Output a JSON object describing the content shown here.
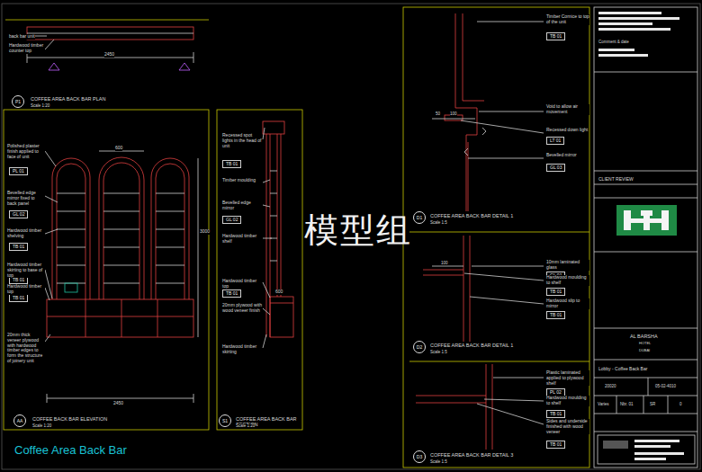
{
  "diagram": {
    "title": "Coffee Area Back Bar",
    "nodes": [
      {
        "text": [
          "P1"
        ]
      },
      {
        "text": [
          "AA"
        ]
      },
      {
        "text": [
          "S1"
        ]
      },
      {
        "text": [
          "D1"
        ]
      },
      {
        "text": [
          "D2"
        ]
      },
      {
        "text": [
          "D3"
        ]
      },
      {
        "text": [
          "TB 01"
        ]
      },
      {
        "text": [
          "LT 01"
        ]
      },
      {
        "text": [
          "GL 03"
        ]
      },
      {
        "text": [
          "GL 01"
        ]
      },
      {
        "text": [
          "TB 01"
        ]
      },
      {
        "text": [
          "TB 01"
        ]
      },
      {
        "text": [
          "PL 02"
        ]
      },
      {
        "text": [
          "TB 01"
        ]
      },
      {
        "text": [
          "TB 01"
        ]
      },
      {
        "text": [
          "PL 01"
        ]
      },
      {
        "text": [
          "GL 02"
        ]
      },
      {
        "text": [
          "TB 01"
        ]
      },
      {
        "text": [
          "TB 01"
        ]
      },
      {
        "text": [
          "TB 01"
        ]
      },
      {
        "text": [
          "TB 01"
        ]
      },
      {
        "text": [
          "GL 02"
        ]
      },
      {
        "text": [
          "TB 01"
        ]
      }
    ],
    "labels": [
      "COFFEE AREA BACK BAR PLAN",
      "Scale 1:20",
      "back bar unit",
      "Hardwood timber counter top",
      "2450",
      "Polished plaster finish applied to face of unit",
      "Bevelled edge mirror fixed to back panel",
      "Hardwood timber shelving",
      "Hardwood timber skirting to base of top",
      "Hardwood timber top",
      "20mm thick veneer plywood with hardwood timber edges to form the structure of joinery unit",
      "COFFEE BACK BAR ELEVATION",
      "Scale 1:20",
      "600",
      "3000",
      "2450",
      "Recessed spot lights in the head of unit",
      "Timber moulding",
      "Bevelled edge mirror",
      "Hardwood timber shelf",
      "Hardwood timber top",
      "20mm plywood with wood veneer finish",
      "Hardwood timber skirting",
      "COFFEE AREA BACK BAR SECTION",
      "Scale 1:20",
      "600",
      "Timber Cornice to top of the unit",
      "Void to allow air movement",
      "Recessed down light",
      "Bevelled mirror",
      "COFFEE AREA BACK BAR DETAIL 1",
      "Scale 1:5",
      "50",
      "100",
      "10mm laminated glass",
      "Hardwood moulding to shelf",
      "Hardwood slip to mirror",
      "COFFEE AREA BACK BAR DETAIL 1",
      "Scale 1:5",
      "100",
      "Plastic laminated applied to plywood shelf",
      "Hardwood moulding to shelf",
      "Sides and underside finished with wood veneer",
      "COFFEE AREA BACK BAR DETAIL 3",
      "Scale 1:5",
      "CLIENT REVIEW",
      "AL BARSHA",
      "HOTEL",
      "DUBAI",
      "Lobby - Coffee Back Bar",
      "Varies",
      "Nbr. 01",
      "SR",
      "0",
      "20020",
      "05-02-4010",
      "Comment & date",
      "模型组"
    ]
  }
}
